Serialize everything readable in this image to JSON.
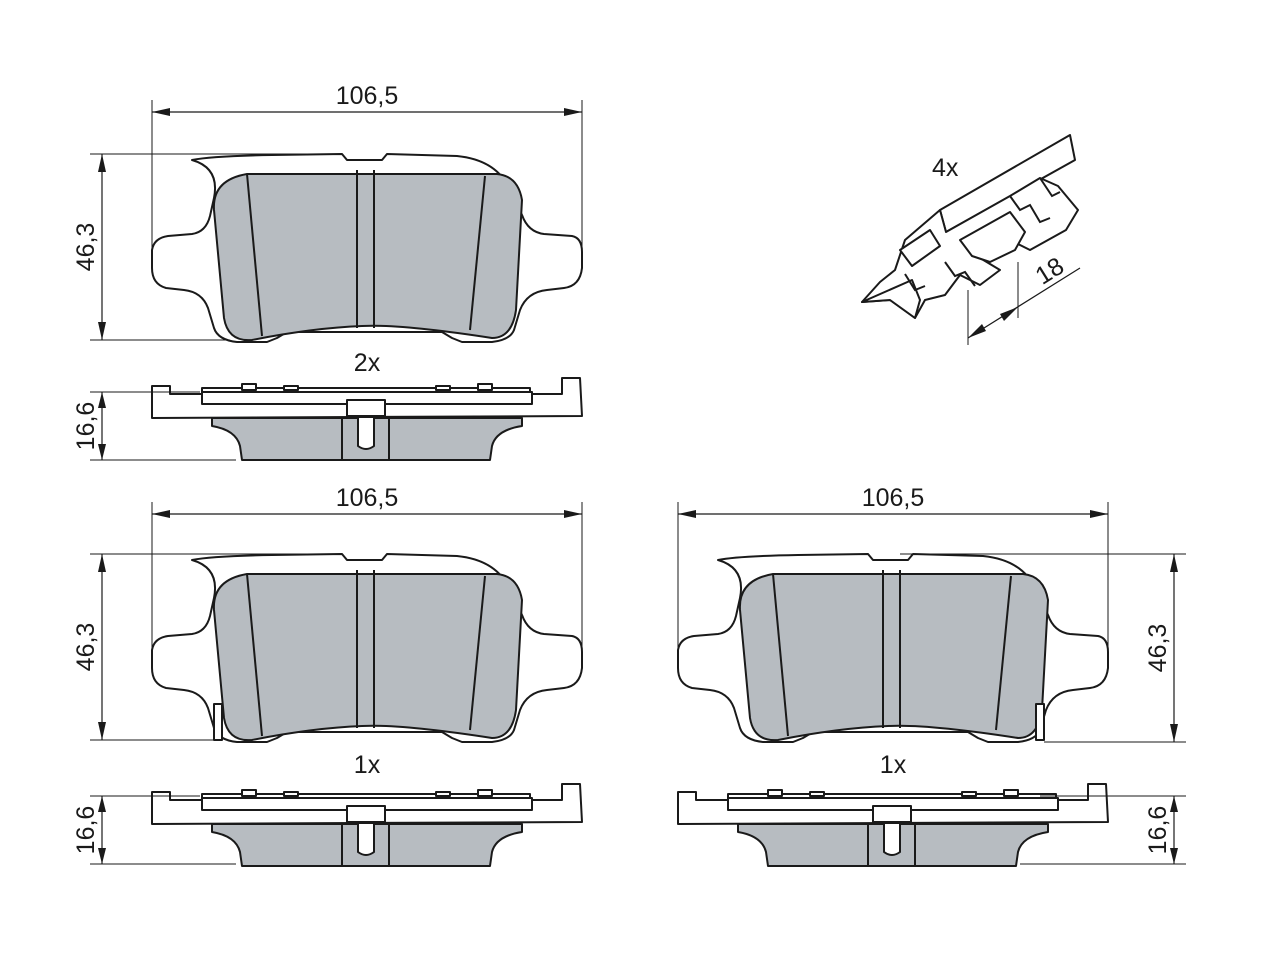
{
  "colors": {
    "pad_fill": "#b7bcc1",
    "line": "#1a1a1a",
    "background": "#ffffff"
  },
  "views": [
    {
      "id": "top-left",
      "width_label": "106,5",
      "height_label": "46,3",
      "thickness_label": "16,6",
      "quantity_label": "2x"
    },
    {
      "id": "bottom-left",
      "width_label": "106,5",
      "height_label": "46,3",
      "thickness_label": "16,6",
      "quantity_label": "1x"
    },
    {
      "id": "bottom-right",
      "width_label": "106,5",
      "height_label": "46,3",
      "thickness_label": "16,6",
      "quantity_label": "1x"
    }
  ],
  "clip": {
    "quantity_label": "4x",
    "length_label": "18",
    "icon": "anti-rattle-clip-icon"
  }
}
